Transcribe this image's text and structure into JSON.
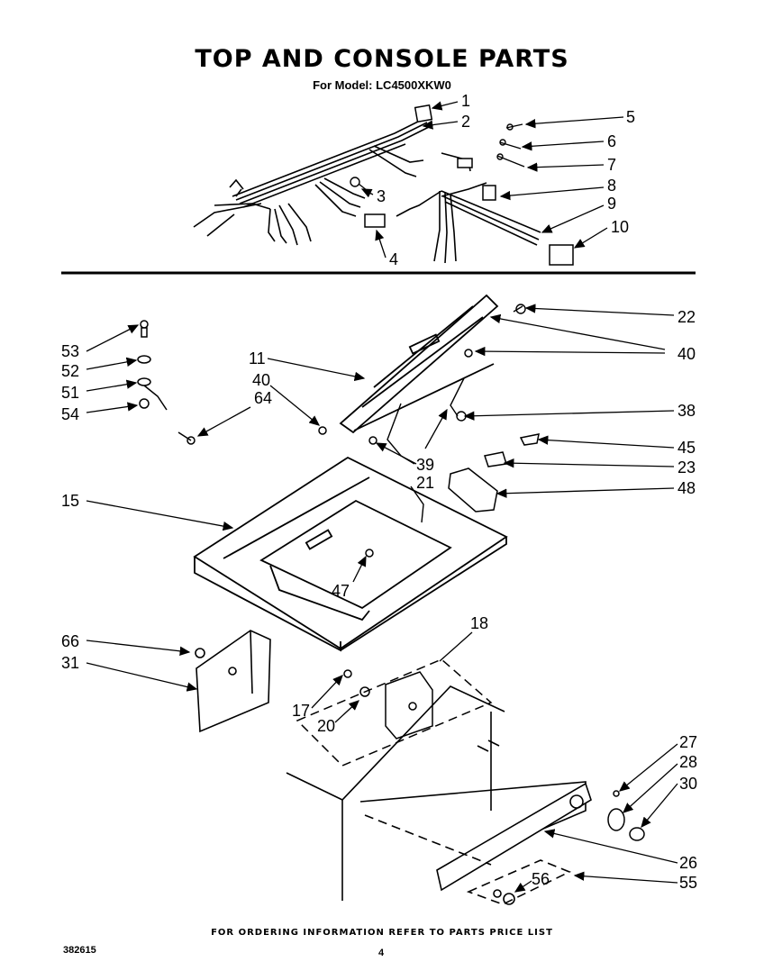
{
  "header": {
    "title": "TOP AND CONSOLE PARTS",
    "subtitle": "For Model: LC4500XKW0"
  },
  "footer": {
    "note": "FOR ORDERING INFORMATION REFER TO PARTS PRICE LIST",
    "doc_number": "382615",
    "page_number": "4"
  },
  "callouts": {
    "c1": "1",
    "c2": "2",
    "c3": "3",
    "c4": "4",
    "c5": "5",
    "c6": "6",
    "c7": "7",
    "c8": "8",
    "c9": "9",
    "c10": "10",
    "c11": "11",
    "c15": "15",
    "c17": "17",
    "c18": "18",
    "c20": "20",
    "c21": "21",
    "c22": "22",
    "c23": "23",
    "c26": "26",
    "c27": "27",
    "c28": "28",
    "c30": "30",
    "c31": "31",
    "c38": "38",
    "c39": "39",
    "c40a": "40",
    "c40b": "40",
    "c45": "45",
    "c47": "47",
    "c48": "48",
    "c51": "51",
    "c52": "52",
    "c53": "53",
    "c54": "54",
    "c55": "55",
    "c56": "56",
    "c64": "64",
    "c66": "66"
  }
}
